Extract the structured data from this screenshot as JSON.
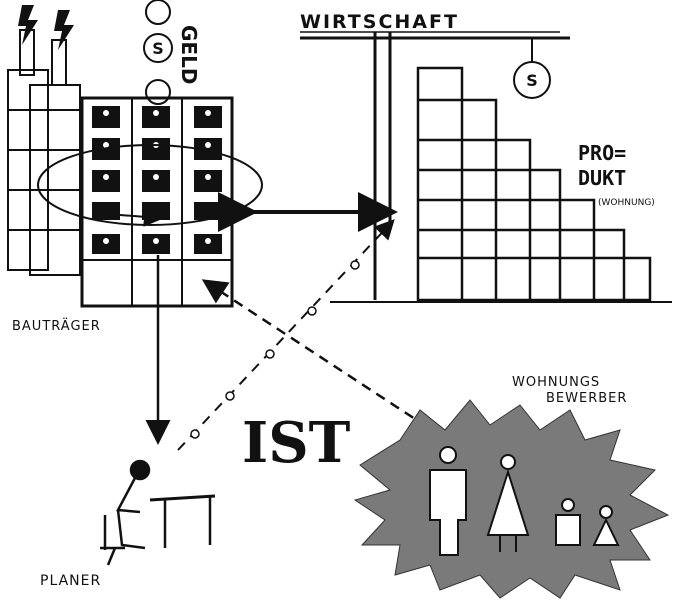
{
  "labels": {
    "geld": "GELD",
    "wirtschaft": "WIRTSCHAFT",
    "produkt_line1": "PRO=",
    "produkt_line2": "DUKT",
    "produkt_note": "(WOHNUNG)",
    "bautraeger": "BAUTRÄGER",
    "wohnungsbewerber_line1": "WOHNUNGS",
    "wohnungsbewerber_line2": "BEWERBER",
    "ist": "IST",
    "planer": "PLANER"
  },
  "icons": [
    "lightning-icon",
    "money-coin-icon",
    "crane-icon",
    "person-icon"
  ],
  "colors": {
    "ink": "#111111",
    "paper": "#ffffff",
    "shade": "#7a7a7a"
  }
}
